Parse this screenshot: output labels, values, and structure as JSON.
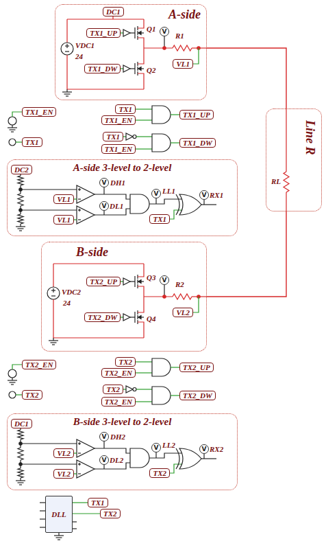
{
  "diagram": {
    "nodes": [
      {
        "text": [
          "A-side"
        ]
      },
      {
        "text": [
          "Line R"
        ]
      },
      {
        "text": [
          "A-side 3-level to 2-level"
        ]
      },
      {
        "text": [
          "B-side"
        ]
      },
      {
        "text": [
          "B-side 3-level to 2-level"
        ]
      },
      {
        "text": [
          "DLL"
        ]
      }
    ],
    "edges": [
      {
        "from": 0,
        "to": 1,
        "arrow": "none"
      },
      {
        "from": 1,
        "to": 3,
        "arrow": "none"
      }
    ],
    "labels": [
      "DC1",
      "24",
      "VDC1",
      "TX1_UP",
      "Q1",
      "V",
      "R1",
      "TX1_DW",
      "Q2",
      "VL1",
      "TX1_EN",
      "TX1",
      "TX1",
      "TX1_EN",
      "TX1_UP",
      "TX1",
      "TX1_EN",
      "TX1_DW",
      "RL",
      "DC2",
      "VL1",
      "VL1",
      "V",
      "DH1",
      "V",
      "DL1",
      "V",
      "LL1",
      "TX1",
      "V",
      "RX1",
      "24",
      "VDC2",
      "TX2_UP",
      "Q3",
      "V",
      "R2",
      "TX2_DW",
      "Q4",
      "VL2",
      "TX2_EN",
      "TX2",
      "TX2",
      "TX2_EN",
      "TX2_UP",
      "TX2",
      "TX2_EN",
      "TX2_DW",
      "DC1",
      "VL2",
      "VL2",
      "V",
      "DH2",
      "V",
      "DL2",
      "V",
      "LL2",
      "TX2",
      "V",
      "RX2",
      "TX1",
      "TX2"
    ]
  }
}
